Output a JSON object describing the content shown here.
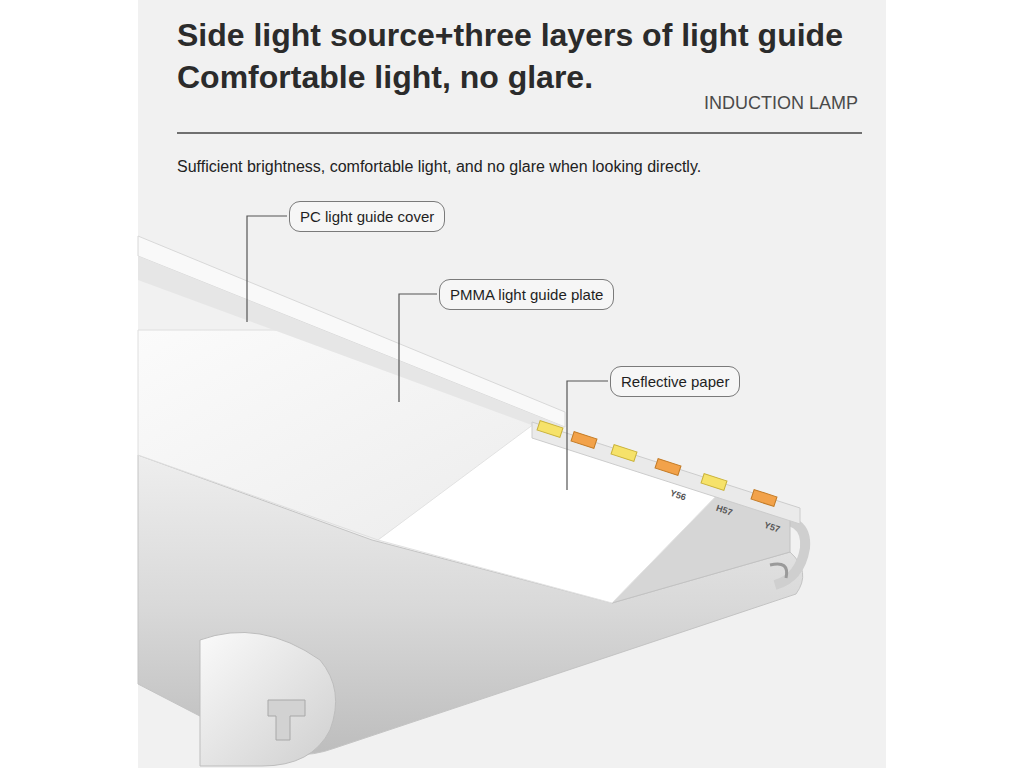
{
  "diagram": {
    "title": "Side light source+three layers of light guide Comfortable light, no glare.",
    "nodes": [
      {
        "text": [
          "PC light guide cover"
        ]
      },
      {
        "text": [
          "PMMA light guide plate"
        ]
      },
      {
        "text": [
          "Reflective paper"
        ]
      }
    ],
    "labels": [
      "INDUCTION LAMP",
      "Sufficient brightness, comfortable light, and no glare when looking directly.",
      "Y56",
      "H57",
      "Y57"
    ]
  }
}
